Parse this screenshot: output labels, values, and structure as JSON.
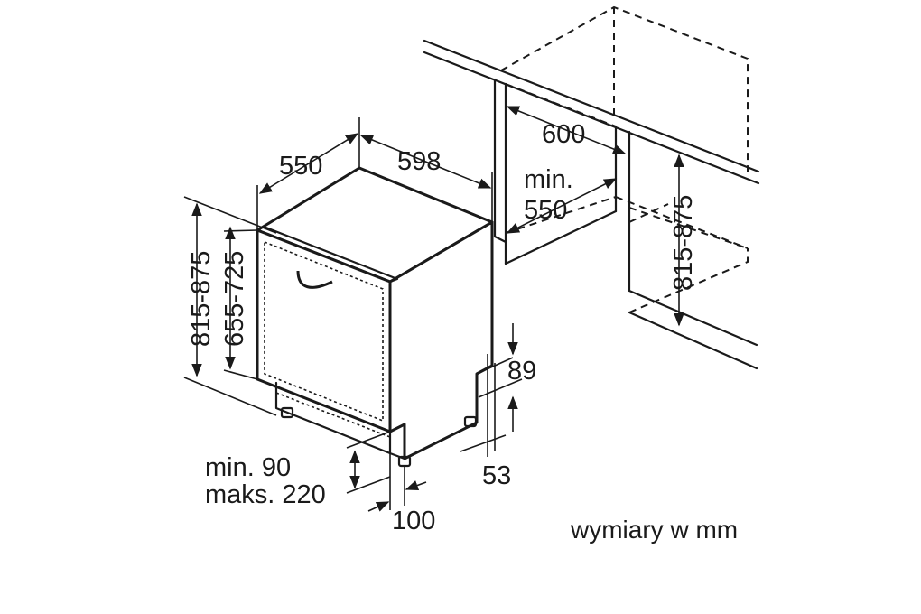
{
  "dimensions": {
    "depth": "550",
    "width": "598",
    "niche_width": "600",
    "niche_depth_min": "min.",
    "niche_depth_value": "550",
    "niche_height": "815-875",
    "height_total": "815-875",
    "door_height": "655-725",
    "plinth_top": "89",
    "plinth_bottom": "53",
    "plinth_depth": "100",
    "plinth_height_min": "min. 90",
    "plinth_height_max": "maks. 220"
  },
  "units_note": "wymiary w mm",
  "icons": {
    "appliance": "dishwasher-icon",
    "cabinet": "niche-cabinet-icon",
    "handle": "door-handle-icon"
  }
}
